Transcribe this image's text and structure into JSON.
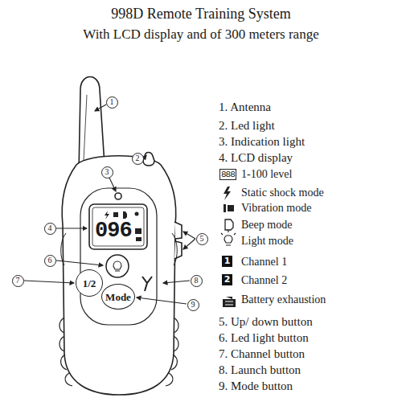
{
  "diagram": {
    "title": "998D Remote Training System",
    "nodes": [
      {
        "text": [
          "1"
        ]
      },
      {
        "text": [
          "2"
        ]
      },
      {
        "text": [
          "3"
        ]
      },
      {
        "text": [
          "4"
        ]
      },
      {
        "text": [
          "5"
        ]
      },
      {
        "text": [
          "6"
        ]
      },
      {
        "text": [
          "7"
        ]
      },
      {
        "text": [
          "1/2"
        ]
      },
      {
        "text": [
          "8"
        ]
      },
      {
        "text": [
          "Mode"
        ]
      },
      {
        "text": [
          "9"
        ]
      }
    ],
    "labels": [
      "With LCD display and of 300 meters range",
      "1. Antenna",
      "2. Led light",
      "3. Indication light",
      "4. LCD display",
      "888",
      "1-100 level",
      "Static shock mode",
      "Vibration mode",
      "Beep mode",
      "Light mode",
      "1",
      "Channel 1",
      "2",
      "Channel 2",
      "Battery exhaustion",
      "5. Up/ down button",
      "6. Led light button",
      "7. Channel button",
      "8. Launch button",
      "9. Mode button",
      "096"
    ]
  }
}
